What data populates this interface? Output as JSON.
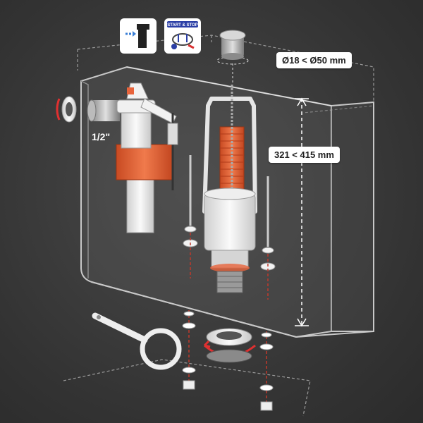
{
  "labels": {
    "diameter": "Ø18 < Ø50 mm",
    "height": "321 < 415 mm",
    "thread": "1/2\""
  },
  "icons": {
    "inlet": "side-inlet-valve-icon",
    "start_stop": "start-stop-flush-icon",
    "start_stop_text": "START & STOP"
  },
  "colors": {
    "accent_orange": "#e8643c",
    "dashed_red": "#c0392b",
    "tank_line": "#bfbfbf"
  }
}
